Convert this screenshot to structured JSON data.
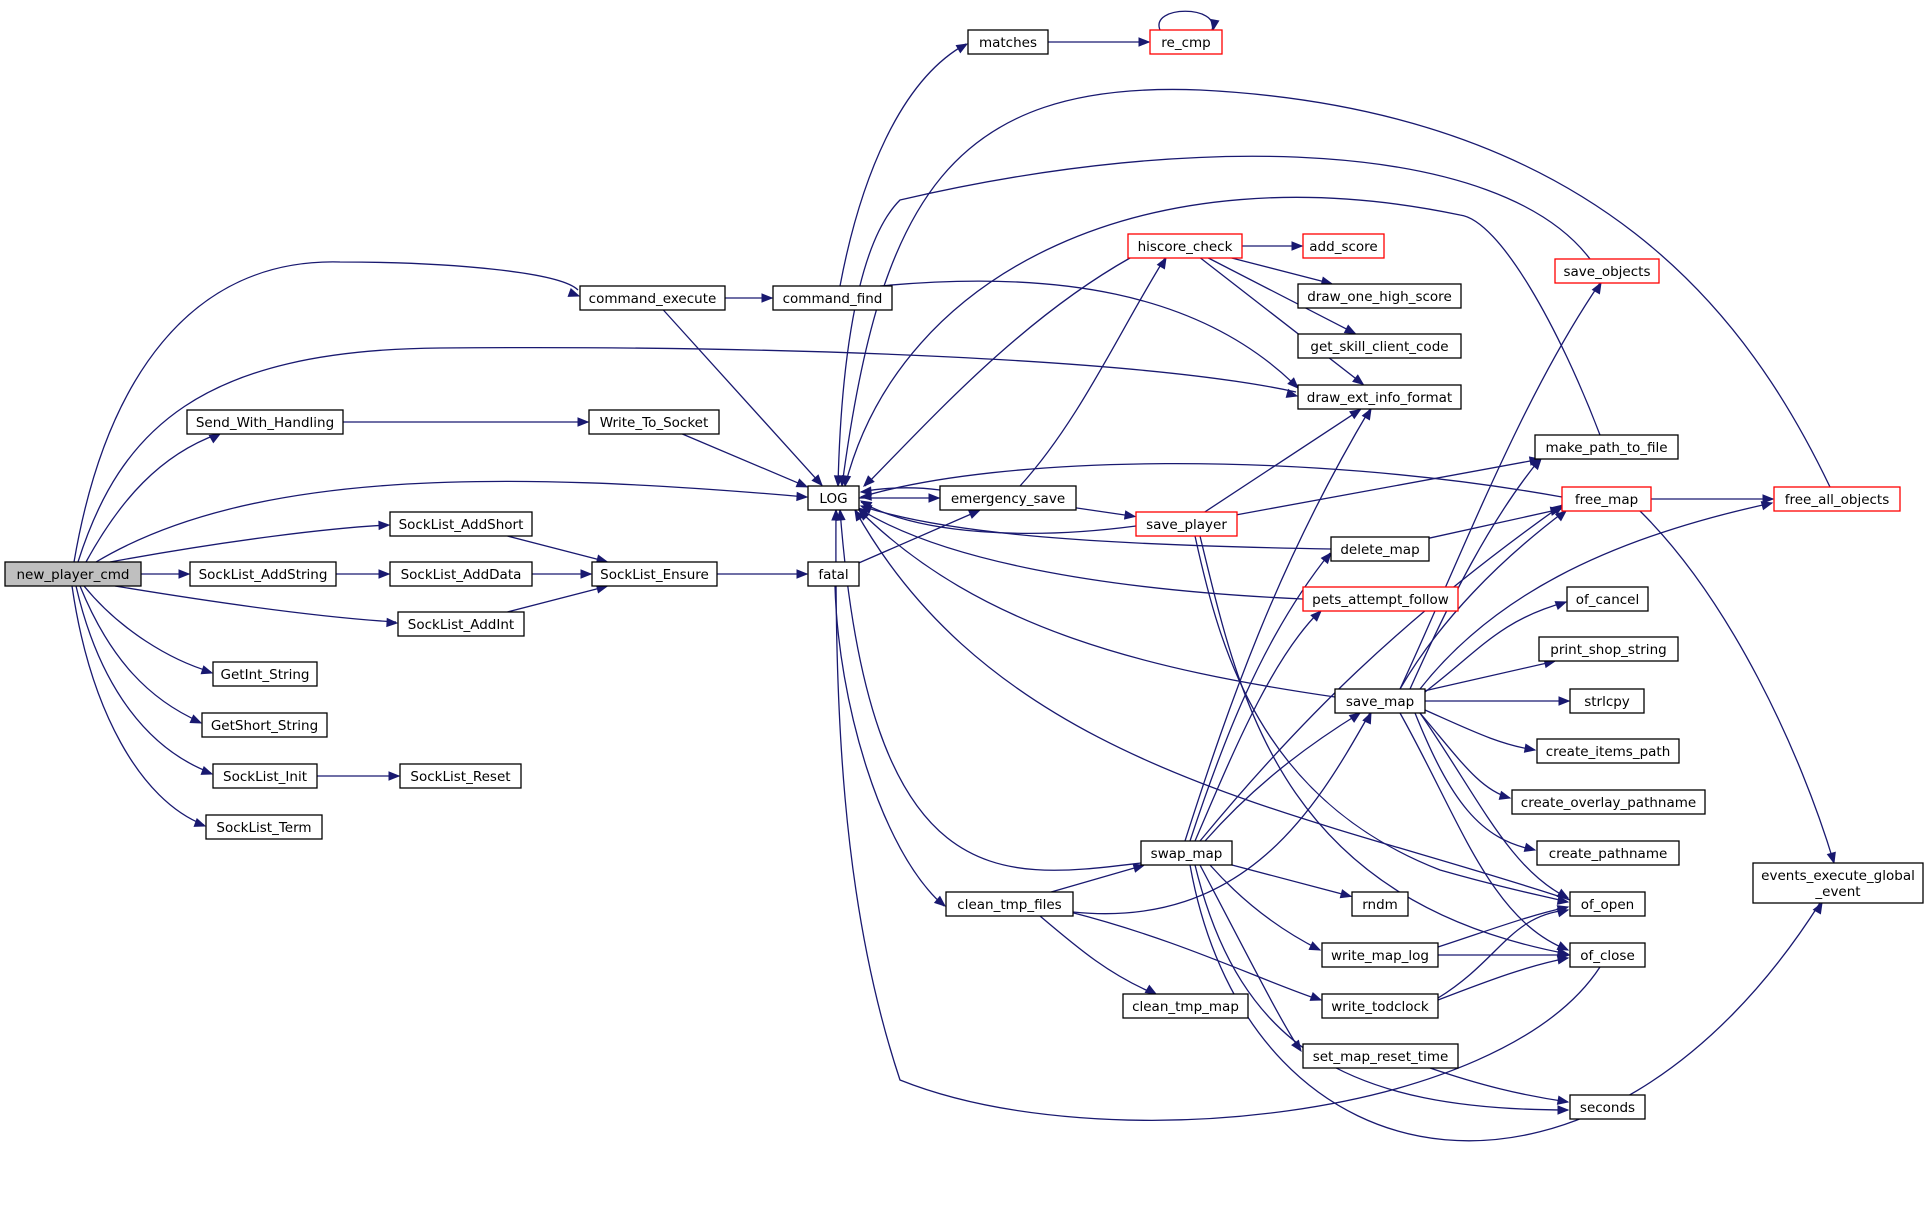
{
  "nodes": [
    {
      "id": "new_player_cmd",
      "lines": [
        "new_player_cmd"
      ],
      "root": true,
      "truncated": false
    },
    {
      "id": "command_execute",
      "lines": [
        "command_execute"
      ],
      "truncated": false
    },
    {
      "id": "command_find",
      "lines": [
        "command_find"
      ],
      "truncated": false
    },
    {
      "id": "matches",
      "lines": [
        "matches"
      ],
      "truncated": false
    },
    {
      "id": "re_cmp",
      "lines": [
        "re_cmp"
      ],
      "truncated": true
    },
    {
      "id": "Send_With_Handling",
      "lines": [
        "Send_With_Handling"
      ],
      "truncated": false
    },
    {
      "id": "Write_To_Socket",
      "lines": [
        "Write_To_Socket"
      ],
      "truncated": false
    },
    {
      "id": "LOG",
      "lines": [
        "LOG"
      ],
      "truncated": false
    },
    {
      "id": "emergency_save",
      "lines": [
        "emergency_save"
      ],
      "truncated": false
    },
    {
      "id": "save_player",
      "lines": [
        "save_player"
      ],
      "truncated": true
    },
    {
      "id": "hiscore_check",
      "lines": [
        "hiscore_check"
      ],
      "truncated": true
    },
    {
      "id": "add_score",
      "lines": [
        "add_score"
      ],
      "truncated": true
    },
    {
      "id": "draw_one_high_score",
      "lines": [
        "draw_one_high_score"
      ],
      "truncated": false
    },
    {
      "id": "get_skill_client_code",
      "lines": [
        "get_skill_client_code"
      ],
      "truncated": false
    },
    {
      "id": "draw_ext_info_format",
      "lines": [
        "draw_ext_info_format"
      ],
      "truncated": false
    },
    {
      "id": "save_objects",
      "lines": [
        "save_objects"
      ],
      "truncated": true
    },
    {
      "id": "make_path_to_file",
      "lines": [
        "make_path_to_file"
      ],
      "truncated": false
    },
    {
      "id": "free_map",
      "lines": [
        "free_map"
      ],
      "truncated": true
    },
    {
      "id": "free_all_objects",
      "lines": [
        "free_all_objects"
      ],
      "truncated": true
    },
    {
      "id": "delete_map",
      "lines": [
        "delete_map"
      ],
      "truncated": false
    },
    {
      "id": "pets_attempt_follow",
      "lines": [
        "pets_attempt_follow"
      ],
      "truncated": true
    },
    {
      "id": "SockList_AddShort",
      "lines": [
        "SockList_AddShort"
      ],
      "truncated": false
    },
    {
      "id": "SockList_AddString",
      "lines": [
        "SockList_AddString"
      ],
      "truncated": false
    },
    {
      "id": "SockList_AddData",
      "lines": [
        "SockList_AddData"
      ],
      "truncated": false
    },
    {
      "id": "SockList_Ensure",
      "lines": [
        "SockList_Ensure"
      ],
      "truncated": false
    },
    {
      "id": "fatal",
      "lines": [
        "fatal"
      ],
      "truncated": false
    },
    {
      "id": "SockList_AddInt",
      "lines": [
        "SockList_AddInt"
      ],
      "truncated": false
    },
    {
      "id": "GetInt_String",
      "lines": [
        "GetInt_String"
      ],
      "truncated": false
    },
    {
      "id": "GetShort_String",
      "lines": [
        "GetShort_String"
      ],
      "truncated": false
    },
    {
      "id": "SockList_Init",
      "lines": [
        "SockList_Init"
      ],
      "truncated": false
    },
    {
      "id": "SockList_Reset",
      "lines": [
        "SockList_Reset"
      ],
      "truncated": false
    },
    {
      "id": "SockList_Term",
      "lines": [
        "SockList_Term"
      ],
      "truncated": false
    },
    {
      "id": "of_cancel",
      "lines": [
        "of_cancel"
      ],
      "truncated": false
    },
    {
      "id": "print_shop_string",
      "lines": [
        "print_shop_string"
      ],
      "truncated": false
    },
    {
      "id": "save_map",
      "lines": [
        "save_map"
      ],
      "truncated": false
    },
    {
      "id": "strlcpy",
      "lines": [
        "strlcpy"
      ],
      "truncated": false
    },
    {
      "id": "create_items_path",
      "lines": [
        "create_items_path"
      ],
      "truncated": false
    },
    {
      "id": "create_overlay_pathname",
      "lines": [
        "create_overlay_pathname"
      ],
      "truncated": false
    },
    {
      "id": "create_pathname",
      "lines": [
        "create_pathname"
      ],
      "truncated": false
    },
    {
      "id": "events_execute_global_event",
      "lines": [
        "events_execute_global",
        "_event"
      ],
      "truncated": false
    },
    {
      "id": "swap_map",
      "lines": [
        "swap_map"
      ],
      "truncated": false
    },
    {
      "id": "clean_tmp_files",
      "lines": [
        "clean_tmp_files"
      ],
      "truncated": false
    },
    {
      "id": "rndm",
      "lines": [
        "rndm"
      ],
      "truncated": false
    },
    {
      "id": "of_open",
      "lines": [
        "of_open"
      ],
      "truncated": false
    },
    {
      "id": "write_map_log",
      "lines": [
        "write_map_log"
      ],
      "truncated": false
    },
    {
      "id": "of_close",
      "lines": [
        "of_close"
      ],
      "truncated": false
    },
    {
      "id": "clean_tmp_map",
      "lines": [
        "clean_tmp_map"
      ],
      "truncated": false
    },
    {
      "id": "write_todclock",
      "lines": [
        "write_todclock"
      ],
      "truncated": false
    },
    {
      "id": "set_map_reset_time",
      "lines": [
        "set_map_reset_time"
      ],
      "truncated": false
    },
    {
      "id": "seconds",
      "lines": [
        "seconds"
      ],
      "truncated": false
    }
  ],
  "edges": [
    [
      "new_player_cmd",
      "command_execute"
    ],
    [
      "new_player_cmd",
      "draw_ext_info_format"
    ],
    [
      "new_player_cmd",
      "Send_With_Handling"
    ],
    [
      "new_player_cmd",
      "LOG"
    ],
    [
      "new_player_cmd",
      "SockList_AddShort"
    ],
    [
      "new_player_cmd",
      "SockList_AddString"
    ],
    [
      "new_player_cmd",
      "SockList_AddInt"
    ],
    [
      "new_player_cmd",
      "GetInt_String"
    ],
    [
      "new_player_cmd",
      "GetShort_String"
    ],
    [
      "new_player_cmd",
      "SockList_Init"
    ],
    [
      "new_player_cmd",
      "SockList_Term"
    ],
    [
      "command_execute",
      "command_find"
    ],
    [
      "command_execute",
      "LOG"
    ],
    [
      "command_find",
      "matches"
    ],
    [
      "command_find",
      "draw_ext_info_format"
    ],
    [
      "matches",
      "re_cmp"
    ],
    [
      "re_cmp",
      "re_cmp"
    ],
    [
      "Send_With_Handling",
      "Write_To_Socket"
    ],
    [
      "Write_To_Socket",
      "LOG"
    ],
    [
      "LOG",
      "emergency_save"
    ],
    [
      "emergency_save",
      "LOG"
    ],
    [
      "emergency_save",
      "hiscore_check"
    ],
    [
      "emergency_save",
      "save_player"
    ],
    [
      "save_player",
      "LOG"
    ],
    [
      "save_player",
      "draw_ext_info_format"
    ],
    [
      "save_player",
      "make_path_to_file"
    ],
    [
      "save_player",
      "of_open"
    ],
    [
      "save_player",
      "of_close"
    ],
    [
      "hiscore_check",
      "LOG"
    ],
    [
      "hiscore_check",
      "add_score"
    ],
    [
      "hiscore_check",
      "draw_one_high_score"
    ],
    [
      "hiscore_check",
      "get_skill_client_code"
    ],
    [
      "hiscore_check",
      "draw_ext_info_format"
    ],
    [
      "save_objects",
      "LOG"
    ],
    [
      "make_path_to_file",
      "LOG"
    ],
    [
      "free_map",
      "LOG"
    ],
    [
      "free_map",
      "free_all_objects"
    ],
    [
      "free_map",
      "events_execute_global_event"
    ],
    [
      "free_all_objects",
      "LOG"
    ],
    [
      "delete_map",
      "LOG"
    ],
    [
      "delete_map",
      "free_map"
    ],
    [
      "pets_attempt_follow",
      "LOG"
    ],
    [
      "SockList_AddShort",
      "SockList_Ensure"
    ],
    [
      "SockList_AddString",
      "SockList_AddData"
    ],
    [
      "SockList_AddData",
      "SockList_Ensure"
    ],
    [
      "SockList_AddInt",
      "SockList_Ensure"
    ],
    [
      "SockList_Ensure",
      "fatal"
    ],
    [
      "fatal",
      "emergency_save"
    ],
    [
      "fatal",
      "clean_tmp_files"
    ],
    [
      "SockList_Init",
      "SockList_Reset"
    ],
    [
      "save_map",
      "LOG"
    ],
    [
      "save_map",
      "save_objects"
    ],
    [
      "save_map",
      "make_path_to_file"
    ],
    [
      "save_map",
      "free_map"
    ],
    [
      "save_map",
      "free_all_objects"
    ],
    [
      "save_map",
      "of_cancel"
    ],
    [
      "save_map",
      "print_shop_string"
    ],
    [
      "save_map",
      "strlcpy"
    ],
    [
      "save_map",
      "create_items_path"
    ],
    [
      "save_map",
      "create_overlay_pathname"
    ],
    [
      "save_map",
      "create_pathname"
    ],
    [
      "save_map",
      "of_open"
    ],
    [
      "save_map",
      "of_close"
    ],
    [
      "swap_map",
      "LOG"
    ],
    [
      "swap_map",
      "draw_ext_info_format"
    ],
    [
      "swap_map",
      "delete_map"
    ],
    [
      "swap_map",
      "pets_attempt_follow"
    ],
    [
      "swap_map",
      "free_map"
    ],
    [
      "swap_map",
      "save_map"
    ],
    [
      "swap_map",
      "rndm"
    ],
    [
      "swap_map",
      "write_map_log"
    ],
    [
      "swap_map",
      "set_map_reset_time"
    ],
    [
      "swap_map",
      "seconds"
    ],
    [
      "swap_map",
      "events_execute_global_event"
    ],
    [
      "clean_tmp_files",
      "swap_map"
    ],
    [
      "clean_tmp_files",
      "save_map"
    ],
    [
      "clean_tmp_files",
      "clean_tmp_map"
    ],
    [
      "clean_tmp_files",
      "write_todclock"
    ],
    [
      "write_map_log",
      "of_open"
    ],
    [
      "write_map_log",
      "of_close"
    ],
    [
      "write_todclock",
      "of_open"
    ],
    [
      "write_todclock",
      "of_close"
    ],
    [
      "of_open",
      "LOG"
    ],
    [
      "of_close",
      "LOG"
    ],
    [
      "set_map_reset_time",
      "seconds"
    ]
  ]
}
